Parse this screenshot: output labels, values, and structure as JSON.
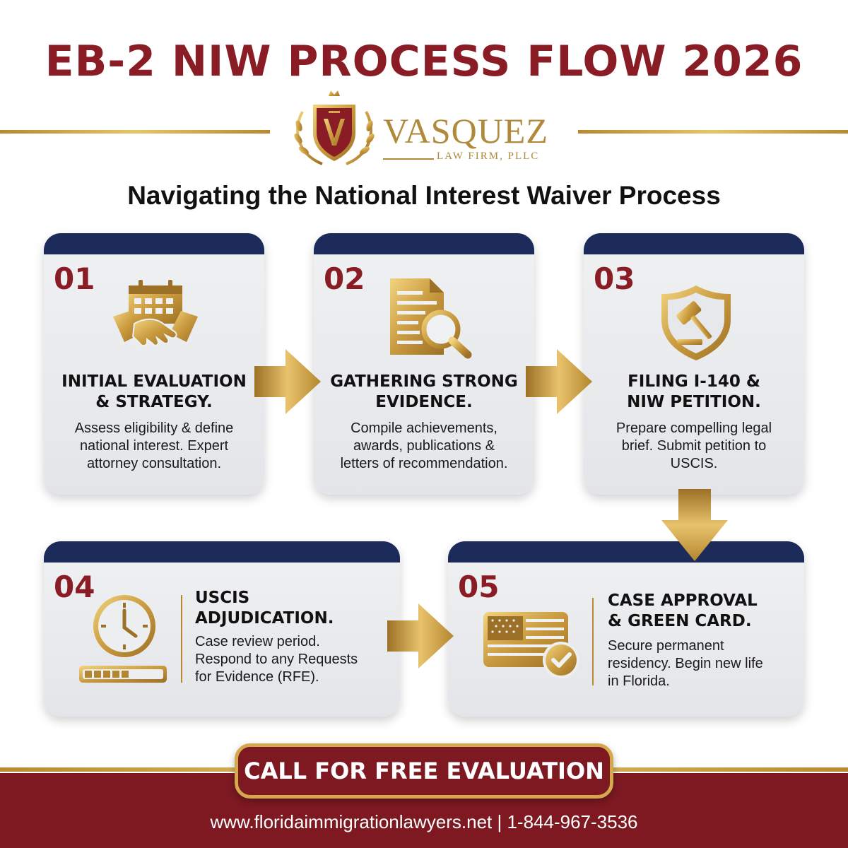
{
  "title": "EB-2 NIW PROCESS FLOW 2026",
  "logo": {
    "name": "VASQUEZ",
    "subtitle": "LAW FIRM, PLLC"
  },
  "subtitle": "Navigating the National Interest Waiver Process",
  "steps": [
    {
      "number": "01",
      "title_line1": "INITIAL EVALUATION",
      "title_line2": "& STRATEGY.",
      "desc_line1": "Assess eligibility & define",
      "desc_line2": "national interest. Expert",
      "desc_line3": "attorney consultation.",
      "icon": "calendar-handshake-icon"
    },
    {
      "number": "02",
      "title_line1": "GATHERING STRONG",
      "title_line2": "EVIDENCE.",
      "desc_line1": "Compile achievements,",
      "desc_line2": "awards, publications &",
      "desc_line3": "letters of recommendation.",
      "icon": "document-search-icon"
    },
    {
      "number": "03",
      "title_line1": "FILING I-140 &",
      "title_line2": "NIW PETITION.",
      "desc_line1": "Prepare compelling legal",
      "desc_line2": "brief. Submit petition to",
      "desc_line3": "USCIS.",
      "icon": "shield-gavel-icon"
    },
    {
      "number": "04",
      "title_line1": "USCIS",
      "title_line2": "ADJUDICATION.",
      "desc_line1": "Case review period.",
      "desc_line2": "Respond to any Requests",
      "desc_line3": "for Evidence (RFE).",
      "icon": "clock-progress-icon"
    },
    {
      "number": "05",
      "title_line1": "CASE APPROVAL",
      "title_line2": "& GREEN CARD.",
      "desc_line1": "Secure permanent",
      "desc_line2": "residency. Begin new life",
      "desc_line3": "in Florida.",
      "icon": "flag-card-check-icon"
    }
  ],
  "cta": "CALL FOR FREE EVALUATION",
  "contact": "www.floridaimmigrationlawyers.net | 1-844-967-3536",
  "colors": {
    "brand_red": "#8a1c25",
    "navy": "#1c2b59",
    "gold": "#c9a04a"
  }
}
